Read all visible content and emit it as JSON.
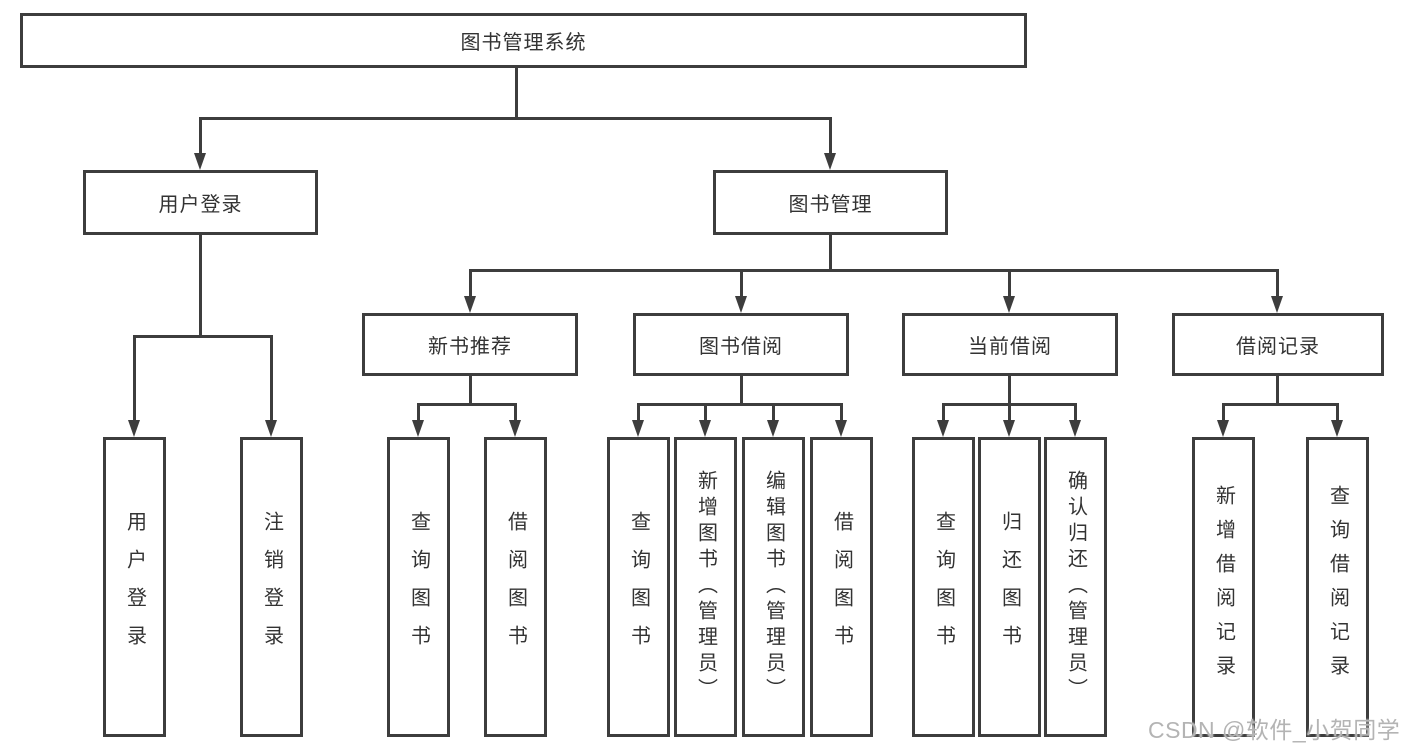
{
  "diagram": {
    "type": "feature-tree",
    "watermark": "CSDN @软件_小贺同学",
    "colors": {
      "line": "#3d3d3d",
      "text": "#333333",
      "background": "#ffffff",
      "watermark": "#b4b4b4"
    },
    "tree": {
      "root": {
        "label": "图书管理系统"
      },
      "branches": [
        {
          "label": "用户登录",
          "children": [
            {
              "label": "用户登录"
            },
            {
              "label": "注销登录"
            }
          ]
        },
        {
          "label": "图书管理",
          "children": [
            {
              "label": "新书推荐",
              "children": [
                {
                  "label": "查询图书"
                },
                {
                  "label": "借阅图书"
                }
              ]
            },
            {
              "label": "图书借阅",
              "children": [
                {
                  "label": "查询图书"
                },
                {
                  "label": "新增图书（管理员）"
                },
                {
                  "label": "编辑图书（管理员）"
                },
                {
                  "label": "借阅图书"
                }
              ]
            },
            {
              "label": "当前借阅",
              "children": [
                {
                  "label": "查询图书"
                },
                {
                  "label": "归还图书"
                },
                {
                  "label": "确认归还（管理员）"
                }
              ]
            },
            {
              "label": "借阅记录",
              "children": [
                {
                  "label": "新增借阅记录"
                },
                {
                  "label": "查询借阅记录"
                }
              ]
            }
          ]
        }
      ]
    }
  }
}
